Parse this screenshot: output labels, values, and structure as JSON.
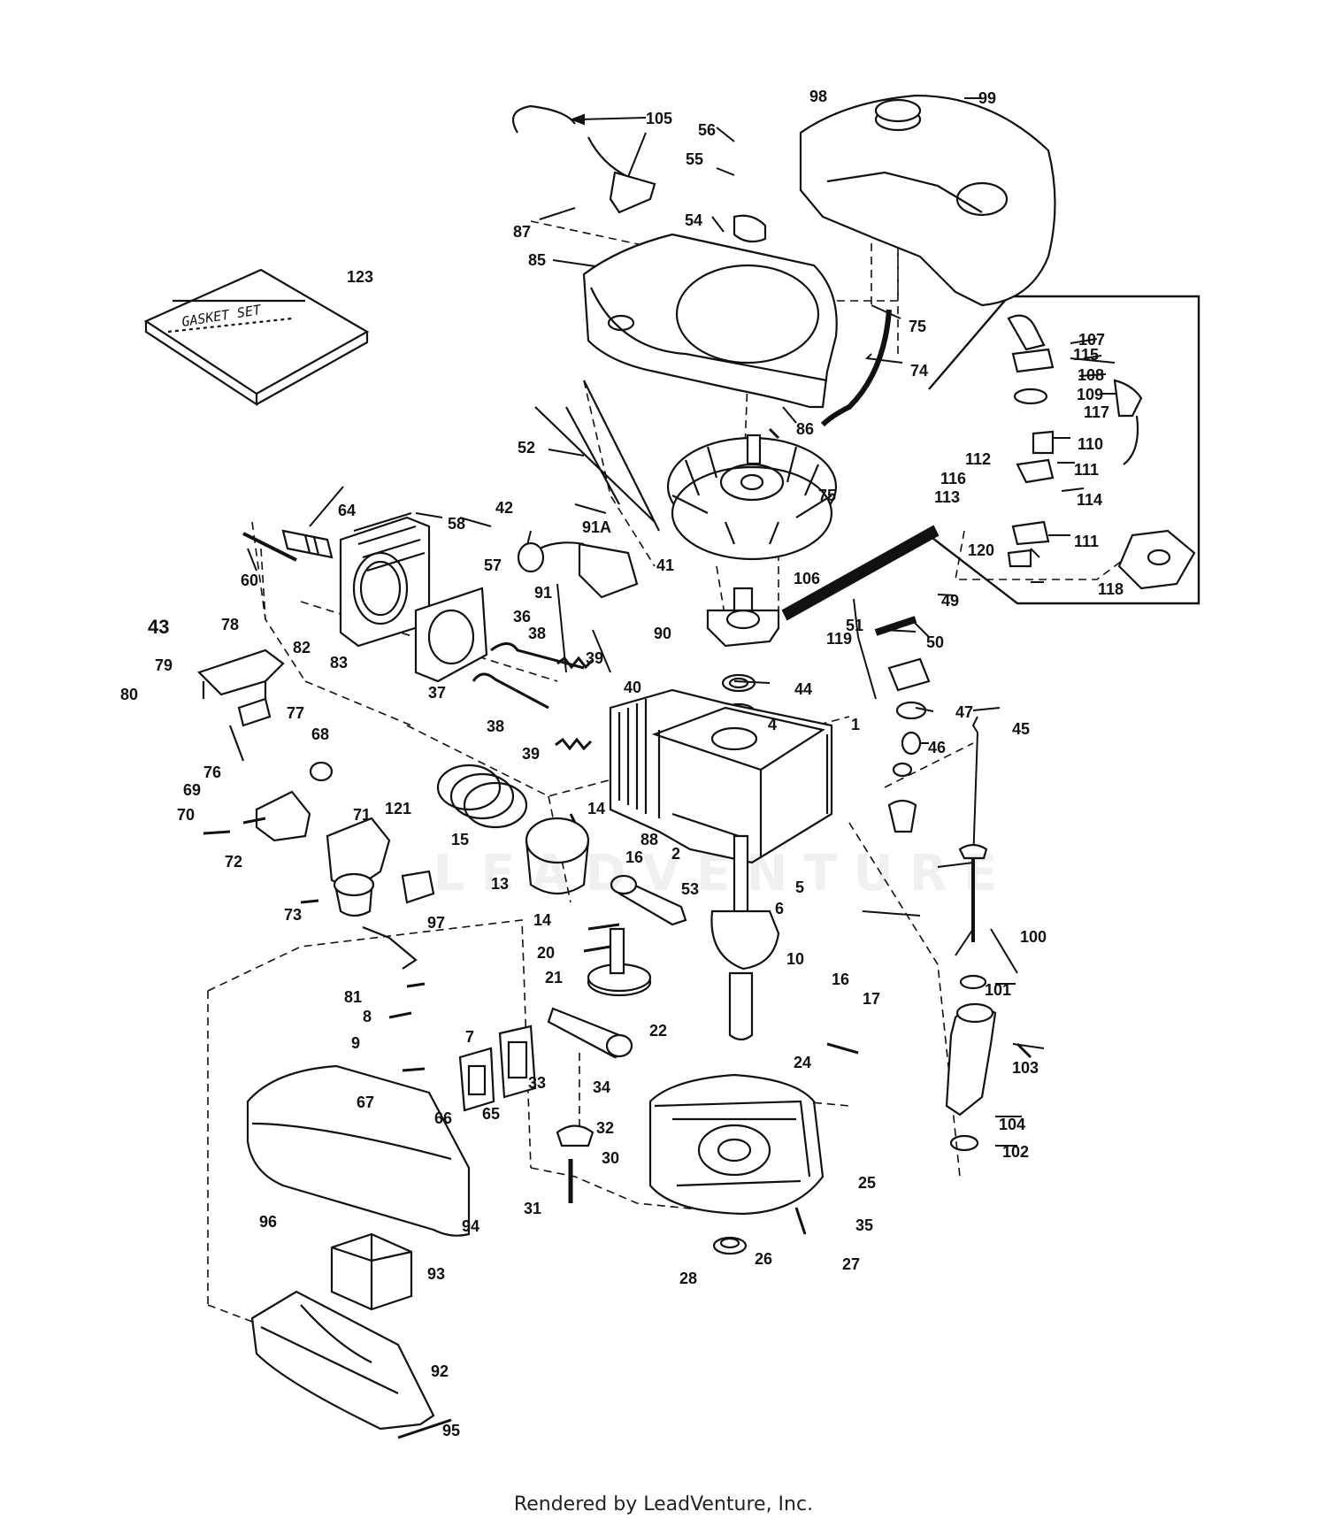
{
  "labels": [
    "1",
    "2",
    "4",
    "5",
    "6",
    "7",
    "8",
    "9",
    "10",
    "13",
    "14",
    "14",
    "15",
    "16",
    "16",
    "17",
    "20",
    "21",
    "22",
    "24",
    "25",
    "26",
    "27",
    "28",
    "30",
    "31",
    "32",
    "33",
    "34",
    "35",
    "36",
    "37",
    "38",
    "38",
    "39",
    "39",
    "40",
    "41",
    "42",
    "43",
    "44",
    "45",
    "46",
    "47",
    "49",
    "50",
    "51",
    "52",
    "53",
    "54",
    "55",
    "56",
    "57",
    "58",
    "60",
    "64",
    "65",
    "66",
    "67",
    "68",
    "69",
    "70",
    "71",
    "72",
    "73",
    "74",
    "75",
    "75",
    "76",
    "77",
    "78",
    "79",
    "80",
    "81",
    "82",
    "83",
    "85",
    "86",
    "87",
    "88",
    "90",
    "91",
    "91A",
    "92",
    "93",
    "94",
    "95",
    "96",
    "97",
    "98",
    "99",
    "100",
    "101",
    "102",
    "103",
    "104",
    "105",
    "106",
    "107",
    "108",
    "109",
    "110",
    "111",
    "111",
    "112",
    "113",
    "114",
    "115",
    "116",
    "117",
    "118",
    "119",
    "120",
    "121",
    "123"
  ],
  "gasket_set_text": "GASKET SET",
  "watermark": "LEADVENTURE",
  "footer": "Rendered by LeadVenture, Inc."
}
